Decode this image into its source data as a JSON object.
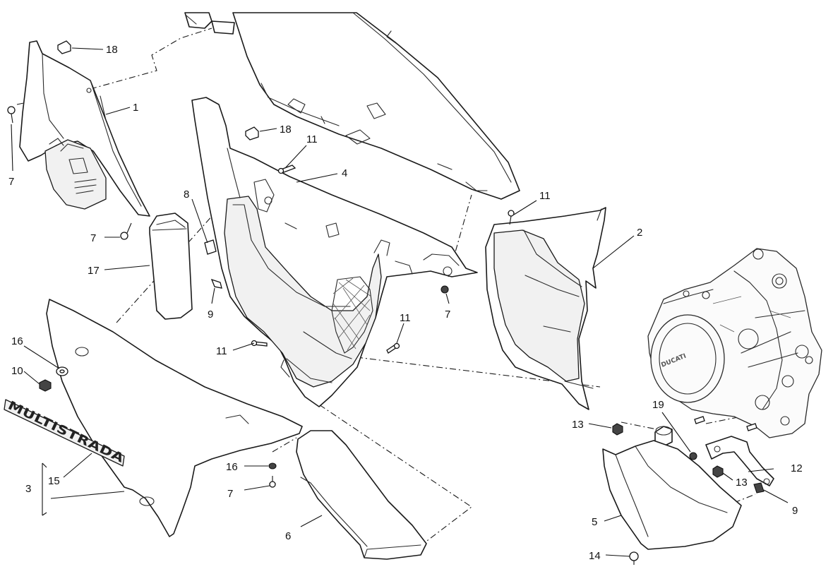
{
  "callouts": {
    "c18a": "18",
    "c1": "1",
    "c7a": "7",
    "c7b": "7",
    "c18b": "18",
    "c11a": "11",
    "c4": "4",
    "c8": "8",
    "c17": "17",
    "c9a": "9",
    "c7c": "7",
    "c11b": "11",
    "c2": "2",
    "c11c": "11",
    "c11d": "11",
    "c16a": "16",
    "c10": "10",
    "c3": "3",
    "c15": "15",
    "c16b": "16",
    "c7d": "7",
    "c6": "6",
    "c13a": "13",
    "c19": "19",
    "c12": "12",
    "c13b": "13",
    "c9b": "9",
    "c5": "5",
    "c14": "14"
  },
  "decals": {
    "side_panel_text": "MULTISTRADA",
    "engine_cover_text": "DUCATI"
  },
  "icons": {
    "nut": "hex-nut-icon",
    "screw": "screw-icon",
    "washer": "washer-icon",
    "clip": "clip-icon"
  },
  "colors": {
    "line": "#1a1a1a",
    "paper": "#ffffff"
  }
}
